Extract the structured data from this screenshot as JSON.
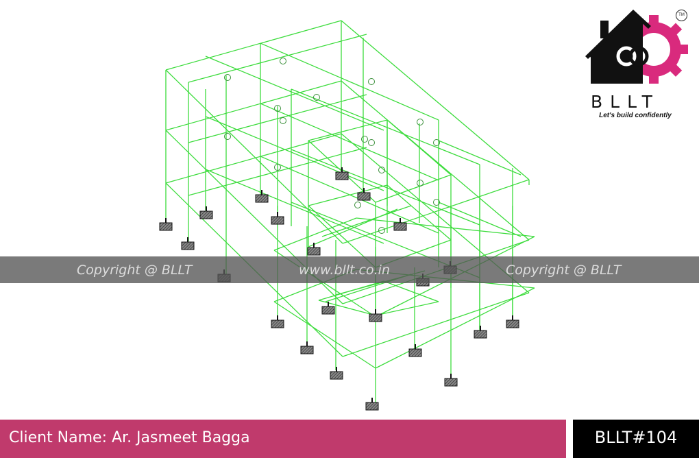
{
  "diagram": {
    "type": "3d-structural-frame-wireframe",
    "colors": {
      "member": "#3ddc3d",
      "node": "#3a8f3a",
      "support_fill": "#888888",
      "support_stroke": "#111111"
    }
  },
  "watermark": {
    "left_text": "Copyright @ BLLT",
    "center_text": "www.bllt.co.in",
    "right_text": "Copyright @ BLLT"
  },
  "logo": {
    "wordmark": "BLLT",
    "tagline": "Let's build confidently",
    "trademark": "TM",
    "colors": {
      "primary": "#111111",
      "accent": "#d92a7d"
    }
  },
  "footer": {
    "client_label": "Client Name: Ar. Jasmeet Bagga",
    "project_id": "BLLT#104",
    "colors": {
      "client_bar": "#c03a6c",
      "id_bar": "#000000",
      "text": "#ffffff"
    }
  }
}
